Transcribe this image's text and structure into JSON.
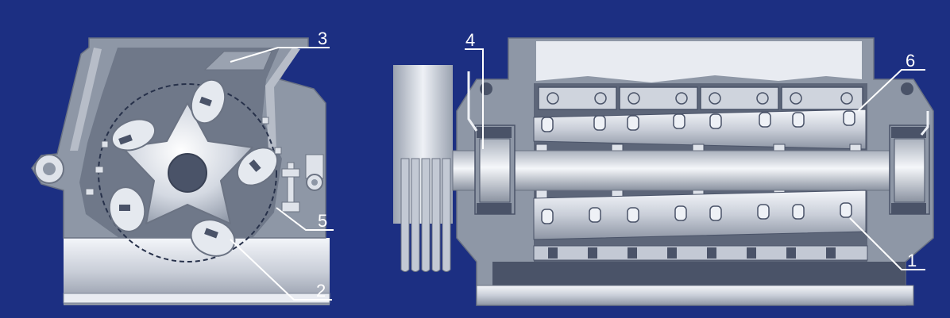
{
  "figure": {
    "background_color": "#1c2f82",
    "metal_light": "#eef1f6",
    "metal_mid": "#c3c9d4",
    "metal_dark": "#8e97a6",
    "shadow": "#6e7787"
  },
  "callouts": {
    "c1": "1",
    "c2": "2",
    "c3": "3",
    "c4": "4",
    "c5": "5",
    "c6": "6"
  }
}
